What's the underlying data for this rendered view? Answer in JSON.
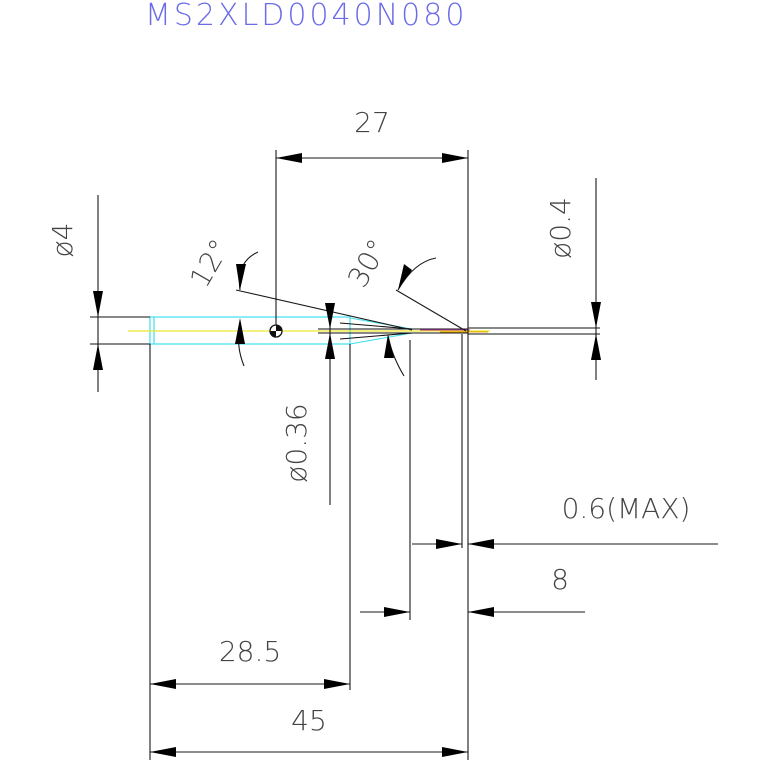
{
  "drawing": {
    "part_code": "MS2XLD0040N080",
    "dimensions": {
      "overall_length": "45",
      "shank_to_neck_length": "28.5",
      "tip_to_center": "27",
      "flute_length": "8",
      "max_tip_length": "0.6(MAX)",
      "shank_diameter": "ø4",
      "tip_diameter": "ø0.4",
      "neck_diameter": "ø0.36",
      "taper_angle_1": "12°",
      "taper_angle_2": "30°"
    },
    "colors": {
      "part_code": "#6b6be8",
      "shank_outline": "#40e0f0",
      "centerline": "#e8e000",
      "tip_accent": "#d040d0",
      "dimension": "#000000",
      "text": "#444444"
    }
  }
}
